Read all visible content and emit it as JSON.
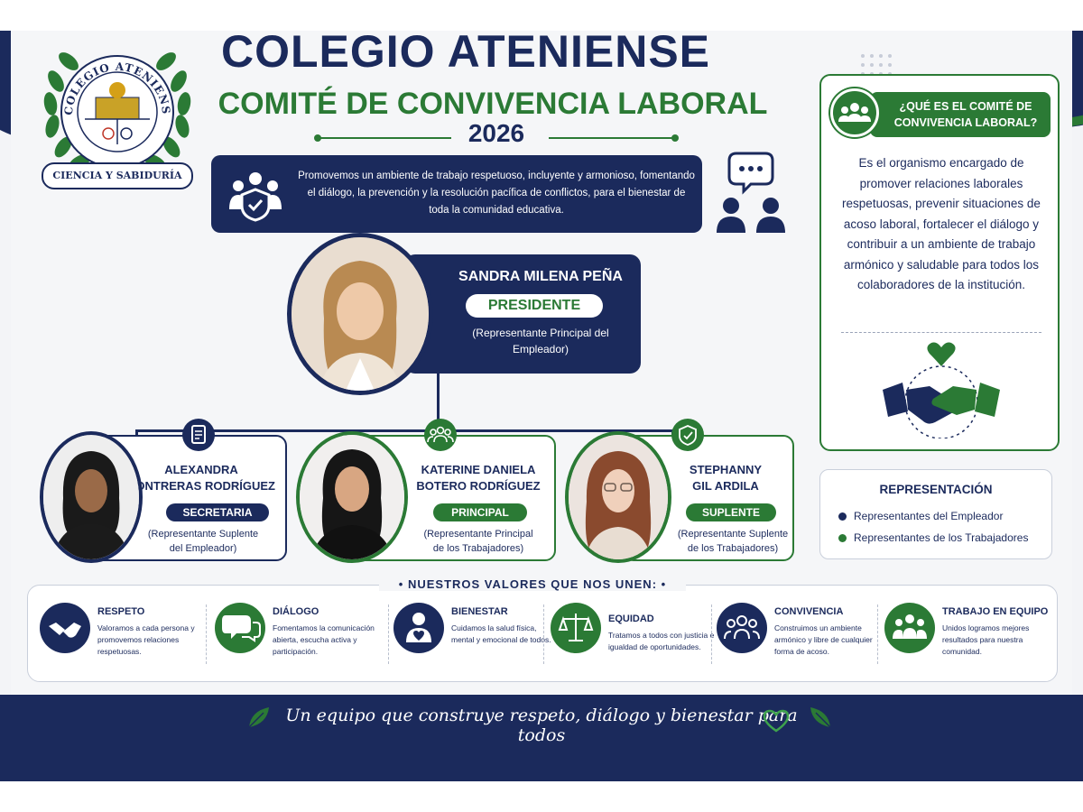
{
  "logo": {
    "ring_text": "COLEGIO ATENIENSE",
    "banner": "CIENCIA Y SABIDURÍA"
  },
  "header": {
    "title": "COLEGIO ATENIENSE",
    "subtitle": "COMITÉ DE CONVIVENCIA LABORAL",
    "year": "2026"
  },
  "mission": {
    "text": "Promovemos un ambiente de trabajo respetuoso, incluyente y armonioso, fomentando el diálogo, la prevención y la resolución pacífica de conflictos, para el bienestar de toda la comunidad educativa."
  },
  "president": {
    "name": "SANDRA MILENA PEÑA",
    "role": "PRESIDENTE",
    "desc": "(Representante Principal del Empleador)"
  },
  "members": [
    {
      "name1": "ALEXANDRA",
      "name2": "CONTRERAS RODRÍGUEZ",
      "role": "SECRETARIA",
      "desc1": "(Representante Suplente",
      "desc2": "del Empleador)"
    },
    {
      "name1": "KATERINE DANIELA",
      "name2": "BOTERO RODRÍGUEZ",
      "role": "PRINCIPAL",
      "desc1": "(Representante Principal",
      "desc2": "de los Trabajadores)"
    },
    {
      "name1": "STEPHANNY",
      "name2": "GIL ARDILA",
      "role": "SUPLENTE",
      "desc1": "(Representante Suplente",
      "desc2": "de los Trabajadores)"
    }
  ],
  "info": {
    "title": "¿QUÉ ES EL COMITÉ DE CONVIVENCIA LABORAL?",
    "text": "Es el organismo encargado de promover relaciones laborales respetuosas, prevenir situaciones de acoso laboral, fortalecer el diálogo y contribuir a un ambiente de trabajo armónico y saludable para todos los colaboradores de la institución."
  },
  "legend": {
    "title": "REPRESENTACIÓN",
    "employer": "Representantes del Empleador",
    "workers": "Representantes de los Trabajadores"
  },
  "values": {
    "title": "NUESTROS VALORES QUE NOS UNEN:",
    "items": [
      {
        "name": "RESPETO",
        "desc": "Valoramos a cada persona y promovemos relaciones respetuosas."
      },
      {
        "name": "DIÁLOGO",
        "desc": "Fomentamos la comunicación abierta, escucha activa y participación."
      },
      {
        "name": "BIENESTAR",
        "desc": "Cuidamos la salud física, mental y emocional de todos."
      },
      {
        "name": "EQUIDAD",
        "desc": "Tratamos a todos con justicia e igualdad de oportunidades."
      },
      {
        "name": "CONVIVENCIA",
        "desc": "Construimos un ambiente armónico y libre de cualquier forma de acoso."
      },
      {
        "name": "TRABAJO EN EQUIPO",
        "desc": "Unidos logramos mejores resultados para nuestra comunidad."
      }
    ]
  },
  "footer": {
    "text": "Un equipo que construye respeto, diálogo y bienestar para todos"
  },
  "colors": {
    "navy": "#1b2a5c",
    "green": "#2b7a35"
  }
}
